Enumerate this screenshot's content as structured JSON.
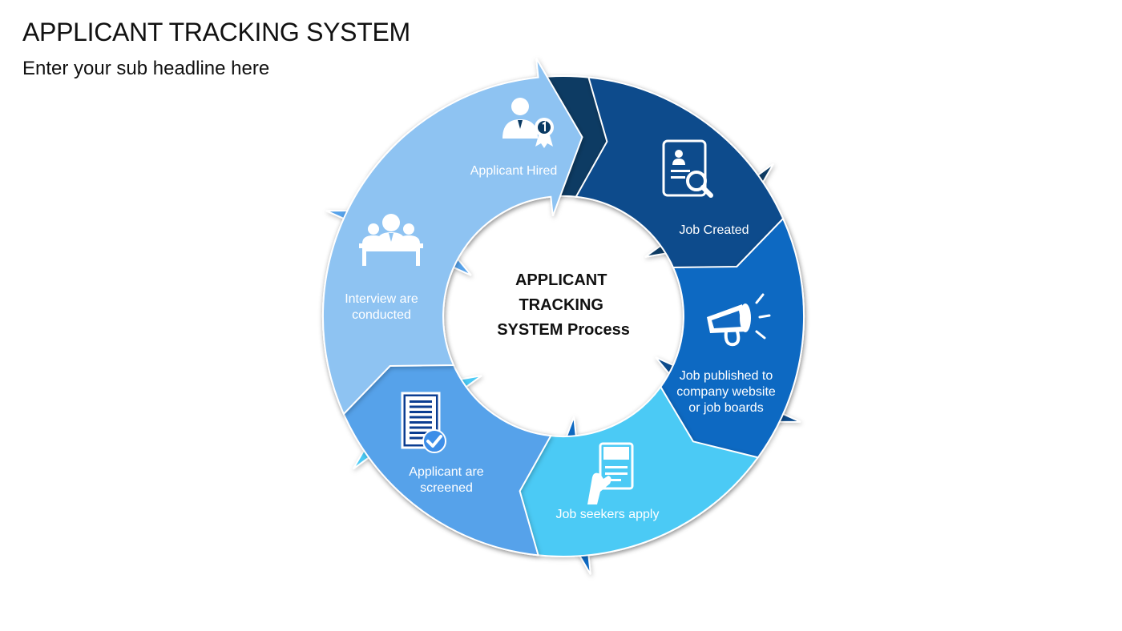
{
  "header": {
    "title": "APPLICANT TRACKING SYSTEM",
    "subtitle": "Enter your sub headline here"
  },
  "center": {
    "lines": [
      "APPLICANT",
      "TRACKING",
      "SYSTEM Process"
    ]
  },
  "steps": [
    {
      "id": "applicant-hired",
      "icon": "hired-person-award-icon",
      "color": "#0a3a63",
      "lines": [
        "Applicant Hired"
      ]
    },
    {
      "id": "job-created",
      "icon": "document-search-icon",
      "color": "#0e4c8c",
      "lines": [
        "Job Created"
      ]
    },
    {
      "id": "job-published",
      "icon": "megaphone-icon",
      "color": "#1169c2",
      "lines": [
        "Job published to",
        "company website",
        "or job boards"
      ]
    },
    {
      "id": "job-seekers-apply",
      "icon": "cv-hand-icon",
      "color": "#4ccaf5",
      "lines": [
        "Job seekers apply"
      ]
    },
    {
      "id": "applicants-screened",
      "icon": "checked-document-icon",
      "color": "#57a2ea",
      "lines": [
        "Applicant are",
        "screened"
      ]
    },
    {
      "id": "interview-conducted",
      "icon": "interview-panel-icon",
      "color": "#8ec3f2",
      "lines": [
        "Interview are",
        "conducted"
      ]
    }
  ]
}
